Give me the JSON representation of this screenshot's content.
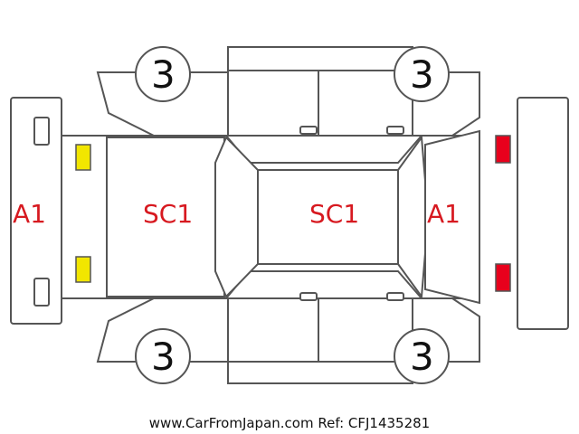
{
  "diagram": {
    "labels": {
      "left_bumper": "A1",
      "front_body": "SC1",
      "roof_body": "SC1",
      "right_bumper": "A1",
      "wheel_front_left": "3",
      "wheel_rear_left": "3",
      "wheel_front_right": "3",
      "wheel_rear_right": "3"
    },
    "colors": {
      "front_light": "#f2e600",
      "rear_light": "#e8001c",
      "label": "#d71920",
      "outline": "#555555"
    },
    "footer": "www.CarFromJapan.com Ref: CFJ1435281"
  }
}
